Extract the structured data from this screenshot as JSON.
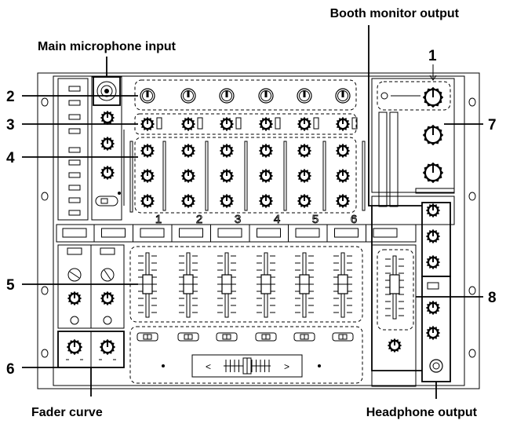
{
  "labels": {
    "booth_monitor_output": "Booth monitor output",
    "main_microphone_input": "Main microphone input",
    "fader_curve": "Fader curve",
    "headphone_output": "Headphone output"
  },
  "callouts": [
    "1",
    "2",
    "3",
    "4",
    "5",
    "6",
    "7",
    "8"
  ],
  "channel_numbers": [
    "1",
    "2",
    "3",
    "4",
    "5",
    "6"
  ],
  "crossfader_arrows": {
    "left": "<",
    "right": ">"
  }
}
